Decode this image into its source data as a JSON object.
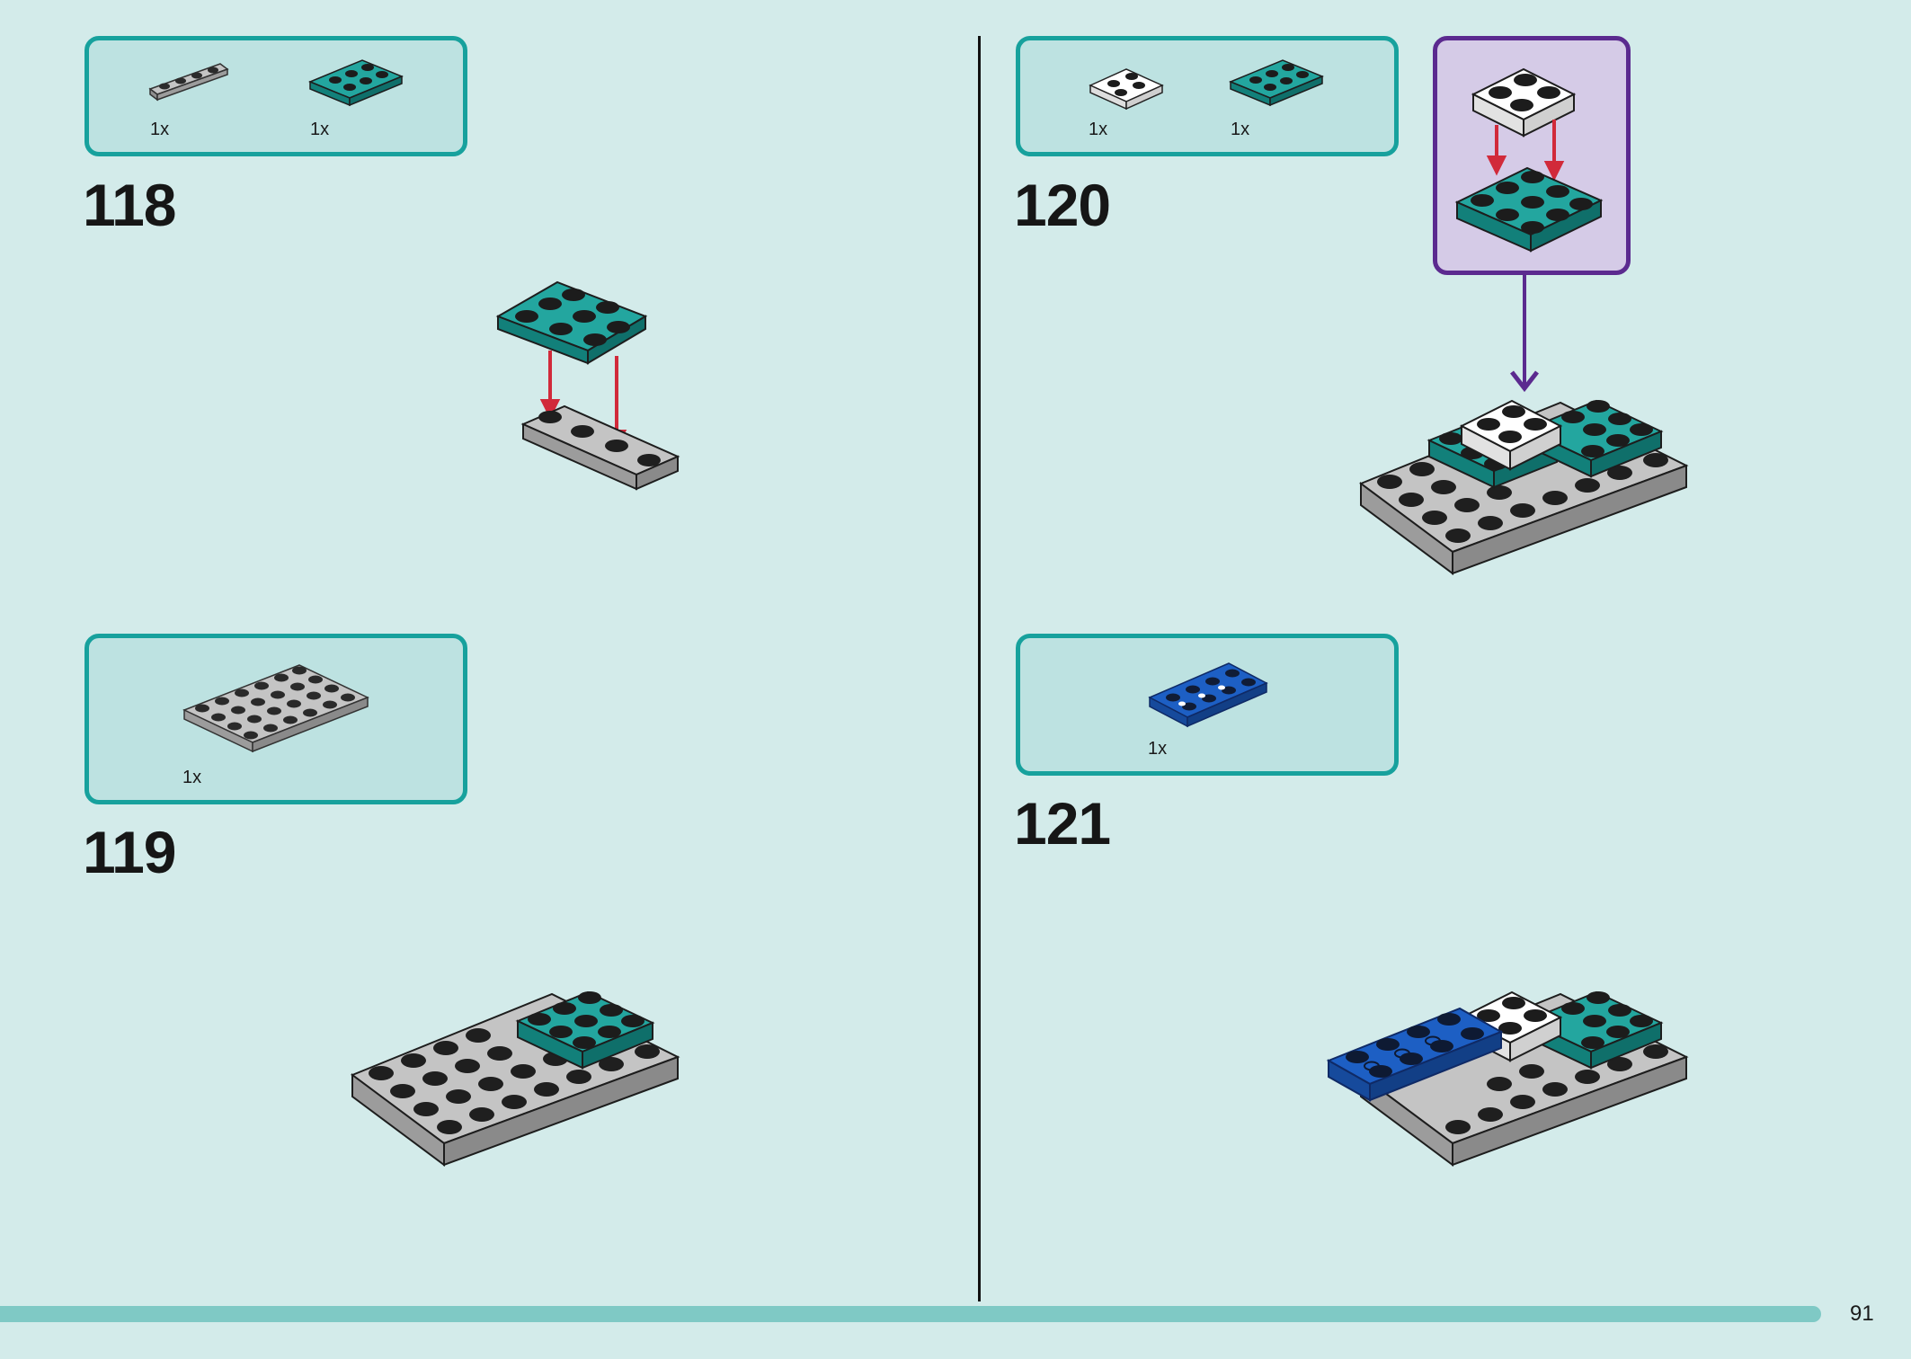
{
  "page": {
    "page_number": "91"
  },
  "steps": [
    {
      "number": "118",
      "parts": [
        {
          "qty": "1x",
          "part": "gray-1x4-plate"
        },
        {
          "qty": "1x",
          "part": "teal-2x3-plate"
        }
      ]
    },
    {
      "number": "119",
      "parts": [
        {
          "qty": "1x",
          "part": "gray-4x6-plate"
        }
      ]
    },
    {
      "number": "120",
      "parts": [
        {
          "qty": "1x",
          "part": "white-2x2-plate"
        },
        {
          "qty": "1x",
          "part": "teal-2x3-plate"
        }
      ]
    },
    {
      "number": "121",
      "parts": [
        {
          "qty": "1x",
          "part": "blue-2x4-plate-with-holes"
        }
      ]
    }
  ],
  "colors": {
    "background": "#d3ebea",
    "parts_box_border": "#17a19d",
    "subassembly_border": "#5b2a8f",
    "arrow_red": "#d12a3a",
    "teal_brick": "#1a9a93",
    "gray_brick": "#a5a5a5",
    "blue_brick": "#1d5fc4",
    "white_brick": "#ffffff"
  }
}
